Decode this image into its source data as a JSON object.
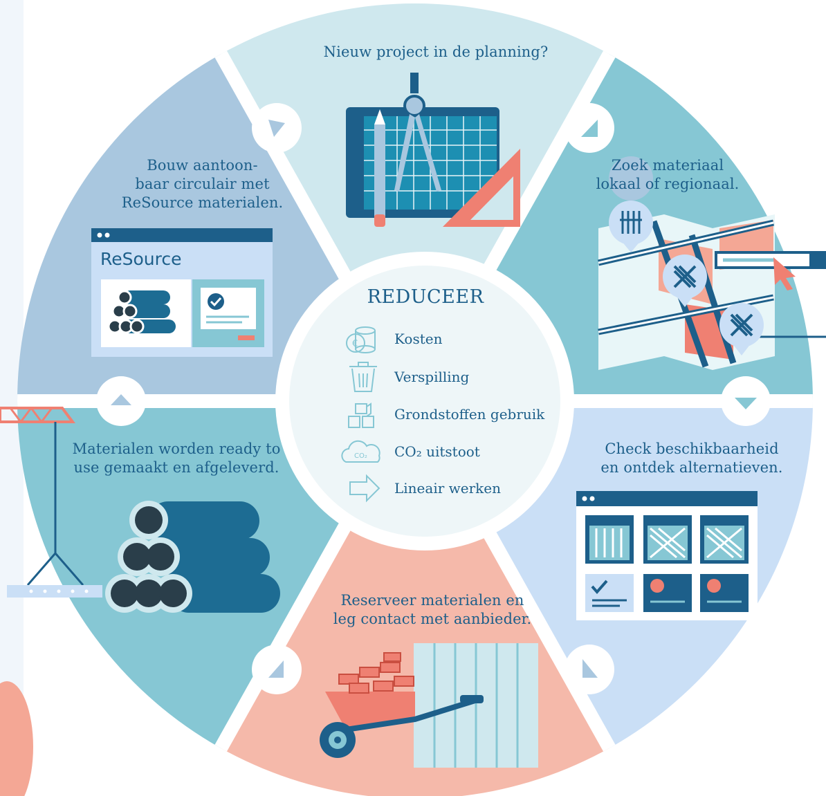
{
  "segments": {
    "top": {
      "line1": "Nieuw project in de planning?"
    },
    "top_right": {
      "line1": "Zoek materiaal",
      "line2": "lokaal of regionaal."
    },
    "bottom_right": {
      "line1": "Check beschikbaarheid",
      "line2": "en ontdek alternatieven."
    },
    "bottom": {
      "line1": "Reserveer materialen en",
      "line2": "leg contact met aanbieder."
    },
    "bottom_left": {
      "line1": "Materialen worden ready to",
      "line2": "use gemaakt en afgeleverd."
    },
    "top_left": {
      "line1": "Bouw aantoon-",
      "line2": "baar circulair met",
      "line3": "ReSource materialen."
    }
  },
  "resource_window": {
    "logo": "ReSource"
  },
  "center": {
    "title": "REDUCEER",
    "items": [
      {
        "label": "Kosten",
        "icon": "coins-euro-icon"
      },
      {
        "label": "Verspilling",
        "icon": "trash-bin-icon"
      },
      {
        "label": "Grondstoffen gebruik",
        "icon": "cubes-icon"
      },
      {
        "label": "CO₂ uitstoot",
        "icon": "co2-cloud-icon"
      },
      {
        "label": "Lineair werken",
        "icon": "arrow-right-icon"
      }
    ]
  },
  "colors": {
    "top": "#cfe8ee",
    "top_right": "#86c7d4",
    "bottom_right": "#cadff6",
    "bottom": "#f5b9aa",
    "bottom_left": "#86c7d4",
    "top_left": "#a9c7df",
    "text": "#1d5f8a",
    "dark_blue": "#1d5f8a",
    "coral": "#ef8072"
  }
}
